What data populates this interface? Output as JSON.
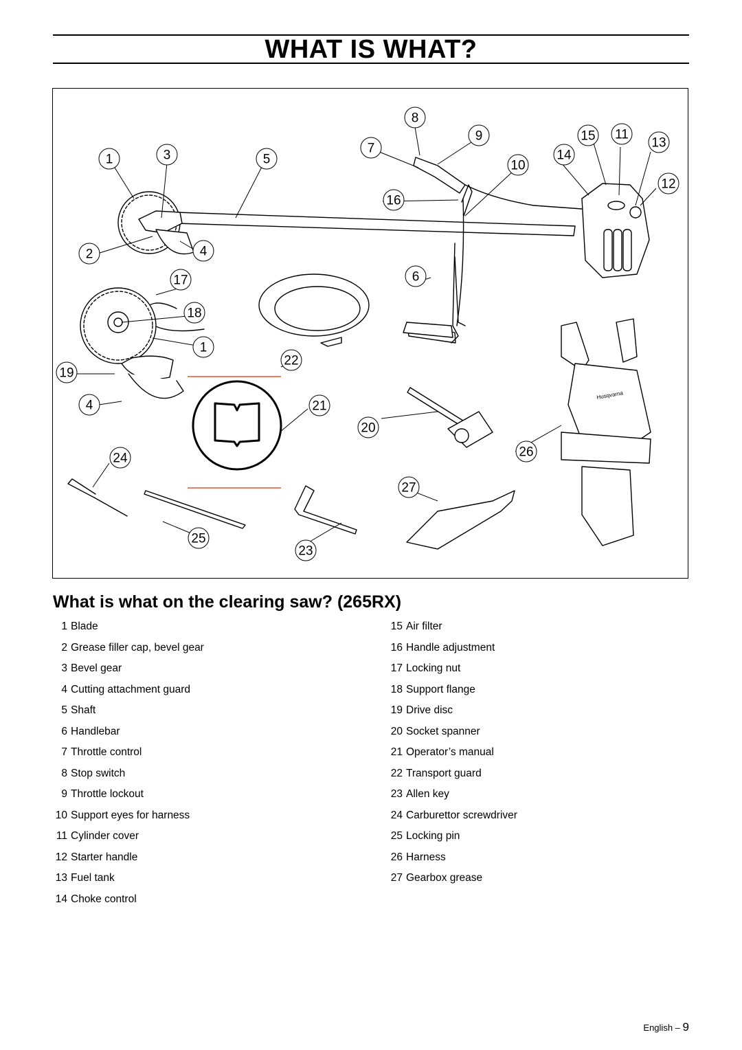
{
  "page_title": "WHAT IS WHAT?",
  "section_heading": "What is what on the clearing saw? (265RX)",
  "parts_left": [
    {
      "num": "1",
      "name": "Blade"
    },
    {
      "num": "2",
      "name": "Grease filler cap, bevel gear"
    },
    {
      "num": "3",
      "name": "Bevel gear"
    },
    {
      "num": "4",
      "name": "Cutting attachment guard"
    },
    {
      "num": "5",
      "name": "Shaft"
    },
    {
      "num": "6",
      "name": "Handlebar"
    },
    {
      "num": "7",
      "name": "Throttle control"
    },
    {
      "num": "8",
      "name": "Stop switch"
    },
    {
      "num": "9",
      "name": "Throttle lockout"
    },
    {
      "num": "10",
      "name": "Support eyes for harness"
    },
    {
      "num": "11",
      "name": "Cylinder cover"
    },
    {
      "num": "12",
      "name": "Starter handle"
    },
    {
      "num": "13",
      "name": "Fuel tank"
    },
    {
      "num": "14",
      "name": "Choke control"
    }
  ],
  "parts_right": [
    {
      "num": "15",
      "name": "Air filter"
    },
    {
      "num": "16",
      "name": "Handle adjustment"
    },
    {
      "num": "17",
      "name": "Locking nut"
    },
    {
      "num": "18",
      "name": "Support flange"
    },
    {
      "num": "19",
      "name": "Drive disc"
    },
    {
      "num": "20",
      "name": "Socket spanner"
    },
    {
      "num": "21",
      "name": "Operator’s manual"
    },
    {
      "num": "22",
      "name": "Transport guard"
    },
    {
      "num": "23",
      "name": "Allen key"
    },
    {
      "num": "24",
      "name": "Carburettor screwdriver"
    },
    {
      "num": "25",
      "name": "Locking pin"
    },
    {
      "num": "26",
      "name": "Harness"
    },
    {
      "num": "27",
      "name": "Gearbox grease"
    }
  ],
  "callout_labels": [
    "1",
    "2",
    "3",
    "4",
    "5",
    "6",
    "7",
    "8",
    "9",
    "10",
    "11",
    "12",
    "13",
    "14",
    "15",
    "16",
    "17",
    "18",
    "19",
    "20",
    "21",
    "22",
    "23",
    "24",
    "25",
    "26",
    "27"
  ],
  "harness_brand": "Husqvarna",
  "footer": {
    "language": "English",
    "dash": "–",
    "page_number": "9"
  },
  "colors": {
    "text": "#000000",
    "manual_line": "#e8542a",
    "background": "#ffffff"
  }
}
